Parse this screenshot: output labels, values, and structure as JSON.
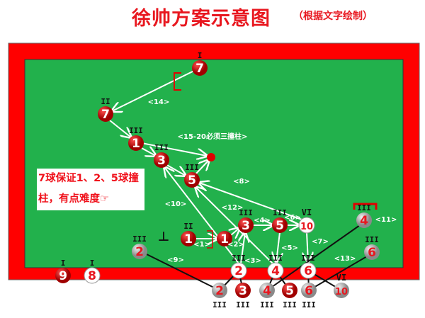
{
  "title": "徐帅方案示意图",
  "subtitle": "（根据文字绘制）",
  "note": {
    "line1": "7球保证1、2、5球撞",
    "line2": "柱，有点难度☞"
  },
  "colors": {
    "rail": "#ff0000",
    "cloth": "#22b14c",
    "red_ball": "#e00000",
    "white_ball": "#ffffff",
    "gray_ball": "#b8b8b8",
    "text_red": "#e8171f"
  },
  "balls": [
    {
      "num": "7",
      "type": "red",
      "mark": "I"
    },
    {
      "num": "7",
      "type": "red",
      "mark": "II"
    },
    {
      "num": "1",
      "type": "red",
      "mark": "III"
    },
    {
      "num": "3",
      "type": "red",
      "mark": "III"
    },
    {
      "num": "5",
      "type": "red",
      "mark": "III"
    },
    {
      "num": "1",
      "type": "red",
      "mark": "II"
    },
    {
      "num": "1",
      "type": "red",
      "mark": ""
    },
    {
      "num": "3",
      "type": "red",
      "mark": "III"
    },
    {
      "num": "5",
      "type": "red",
      "mark": "III"
    },
    {
      "num": "10",
      "type": "white",
      "mark": "VI"
    },
    {
      "num": "4",
      "type": "gray",
      "mark": "III"
    },
    {
      "num": "6",
      "type": "gray",
      "mark": "III"
    },
    {
      "num": "2",
      "type": "gray",
      "mark": "III"
    },
    {
      "num": "2",
      "type": "white",
      "mark": "III"
    },
    {
      "num": "4",
      "type": "white",
      "mark": "III"
    },
    {
      "num": "6",
      "type": "white",
      "mark": "III"
    },
    {
      "num": "9",
      "type": "red",
      "mark": "I"
    },
    {
      "num": "8",
      "type": "white",
      "mark": "I"
    },
    {
      "num": "2",
      "type": "gray",
      "mark": "III"
    },
    {
      "num": "3",
      "type": "red",
      "mark": "III"
    },
    {
      "num": "4",
      "type": "gray",
      "mark": "III"
    },
    {
      "num": "5",
      "type": "red",
      "mark": "III"
    },
    {
      "num": "6",
      "type": "gray",
      "mark": "III"
    },
    {
      "num": "10",
      "type": "gray",
      "mark": "VI"
    }
  ],
  "labels": [
    "<14>",
    "<15-20必须三撞柱>",
    "<8>",
    "<10>",
    "<12>",
    "<4>",
    "<6>",
    "<11>",
    "<1>",
    "<2>",
    "<3>",
    "<5>",
    "<7>",
    "<9>",
    "<13>"
  ],
  "cue_mark": "⊥"
}
